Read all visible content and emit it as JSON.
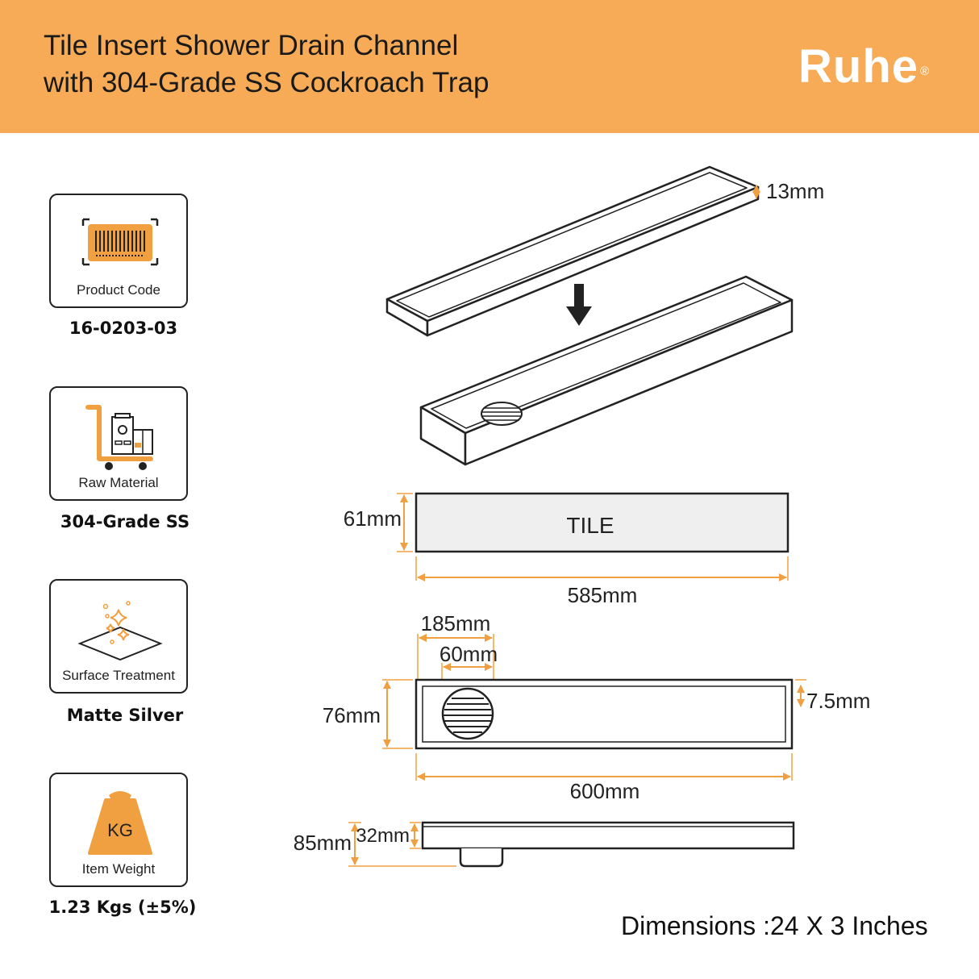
{
  "header": {
    "title_line1": "Tile Insert Shower Drain Channel",
    "title_line2": "with 304-Grade SS Cockroach Trap",
    "brand": "Ruhe",
    "brand_mark": "®",
    "background_color": "#f8ab56"
  },
  "specs": [
    {
      "icon": "barcode-icon",
      "label": "Product Code",
      "value": "16-0203-03"
    },
    {
      "icon": "trolley-materials-icon",
      "label": "Raw Material",
      "value": "304-Grade SS"
    },
    {
      "icon": "sparkle-surface-icon",
      "label": "Surface Treatment",
      "value": "Matte Silver"
    },
    {
      "icon": "weight-icon",
      "label": "Item Weight",
      "value": "1.23 Kgs (±5%)",
      "icon_text": "KG"
    }
  ],
  "diagram": {
    "lid_height": "13mm",
    "tile_label": "TILE",
    "tile_height": "61mm",
    "tile_length": "585mm",
    "trap_offset": "185mm",
    "trap_diameter": "60mm",
    "channel_width": "76mm",
    "rim_width": "7.5mm",
    "channel_length": "600mm",
    "total_depth": "85mm",
    "channel_depth": "32mm",
    "accent_color": "#f0a040"
  },
  "footer": {
    "dimensions": "Dimensions :24 X 3 Inches"
  }
}
